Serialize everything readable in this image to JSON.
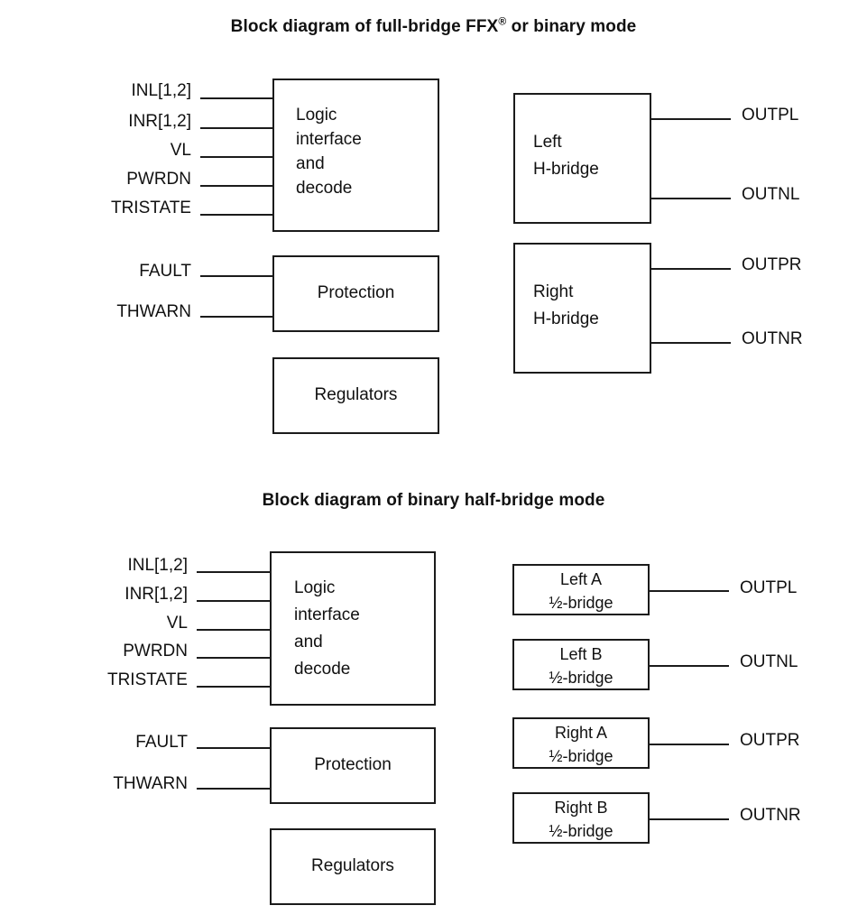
{
  "diagrams": [
    {
      "id": "full-bridge",
      "title_parts": {
        "pre": "Block diagram of full-bridge FFX",
        "sup": "®",
        "post": " or binary mode"
      },
      "title_text": "Block diagram of full-bridge FFX® or binary mode",
      "inputs": [
        {
          "label": "INL[1,2]"
        },
        {
          "label": "INR[1,2]"
        },
        {
          "label": "VL"
        },
        {
          "label": "PWRDN"
        },
        {
          "label": "TRISTATE"
        }
      ],
      "protection_inputs": [
        {
          "label": "FAULT"
        },
        {
          "label": "THWARN"
        }
      ],
      "blocks": [
        {
          "id": "logic",
          "label": "Logic\ninterface\nand\ndecode"
        },
        {
          "id": "protection",
          "label": "Protection"
        },
        {
          "id": "regulators",
          "label": "Regulators"
        },
        {
          "id": "left-h-bridge",
          "label": "Left\nH-bridge"
        },
        {
          "id": "right-h-bridge",
          "label": "Right\nH-bridge"
        }
      ],
      "outputs": [
        {
          "label": "OUTPL"
        },
        {
          "label": "OUTNL"
        },
        {
          "label": "OUTPR"
        },
        {
          "label": "OUTNR"
        }
      ]
    },
    {
      "id": "half-bridge",
      "title_parts": {
        "pre": "Block diagram of binary half-bridge mode",
        "sup": "",
        "post": ""
      },
      "title_text": "Block diagram of binary half-bridge mode",
      "inputs": [
        {
          "label": "INL[1,2]"
        },
        {
          "label": "INR[1,2]"
        },
        {
          "label": "VL"
        },
        {
          "label": "PWRDN"
        },
        {
          "label": "TRISTATE"
        }
      ],
      "protection_inputs": [
        {
          "label": "FAULT"
        },
        {
          "label": "THWARN"
        }
      ],
      "blocks": [
        {
          "id": "logic",
          "label": "Logic\ninterface\nand\ndecode"
        },
        {
          "id": "protection",
          "label": "Protection"
        },
        {
          "id": "regulators",
          "label": "Regulators"
        },
        {
          "id": "left-a-half-bridge",
          "label": "Left A\n½-bridge"
        },
        {
          "id": "left-b-half-bridge",
          "label": "Left B\n½-bridge"
        },
        {
          "id": "right-a-half-bridge",
          "label": "Right A\n½-bridge"
        },
        {
          "id": "right-b-half-bridge",
          "label": "Right B\n½-bridge"
        }
      ],
      "outputs": [
        {
          "label": "OUTPL"
        },
        {
          "label": "OUTNL"
        },
        {
          "label": "OUTPR"
        },
        {
          "label": "OUTNR"
        }
      ]
    }
  ],
  "colors": {
    "stroke": "#1b1b1b",
    "text": "#111111",
    "background": "#ffffff"
  }
}
